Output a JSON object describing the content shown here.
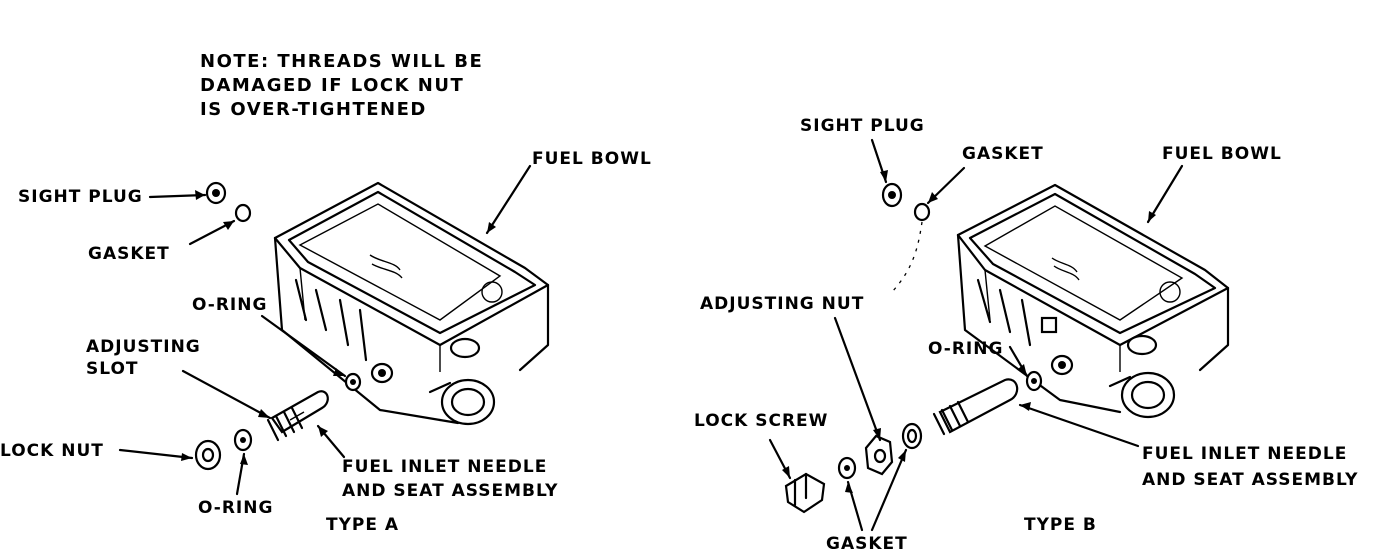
{
  "note": {
    "line1": "NOTE: THREADS WILL BE",
    "line2": "DAMAGED IF LOCK NUT",
    "line3": "IS OVER-TIGHTENED"
  },
  "type_a": {
    "fuel_bowl": "FUEL BOWL",
    "sight_plug": "SIGHT PLUG",
    "gasket": "GASKET",
    "o_ring_upper": "O-RING",
    "adjusting_slot_line1": "ADJUSTING",
    "adjusting_slot_line2": "SLOT",
    "lock_nut": "LOCK NUT",
    "fuel_inlet_line1": "FUEL INLET NEEDLE",
    "fuel_inlet_line2": "AND SEAT ASSEMBLY",
    "o_ring_lower": "O-RING",
    "caption": "TYPE A"
  },
  "type_b": {
    "sight_plug": "SIGHT PLUG",
    "gasket_upper": "GASKET",
    "fuel_bowl": "FUEL BOWL",
    "adjusting_nut": "ADJUSTING NUT",
    "o_ring": "O-RING",
    "lock_screw": "LOCK SCREW",
    "fuel_inlet_line1": "FUEL INLET NEEDLE",
    "fuel_inlet_line2": "AND SEAT ASSEMBLY",
    "gasket_lower": "GASKET",
    "caption": "TYPE B"
  }
}
